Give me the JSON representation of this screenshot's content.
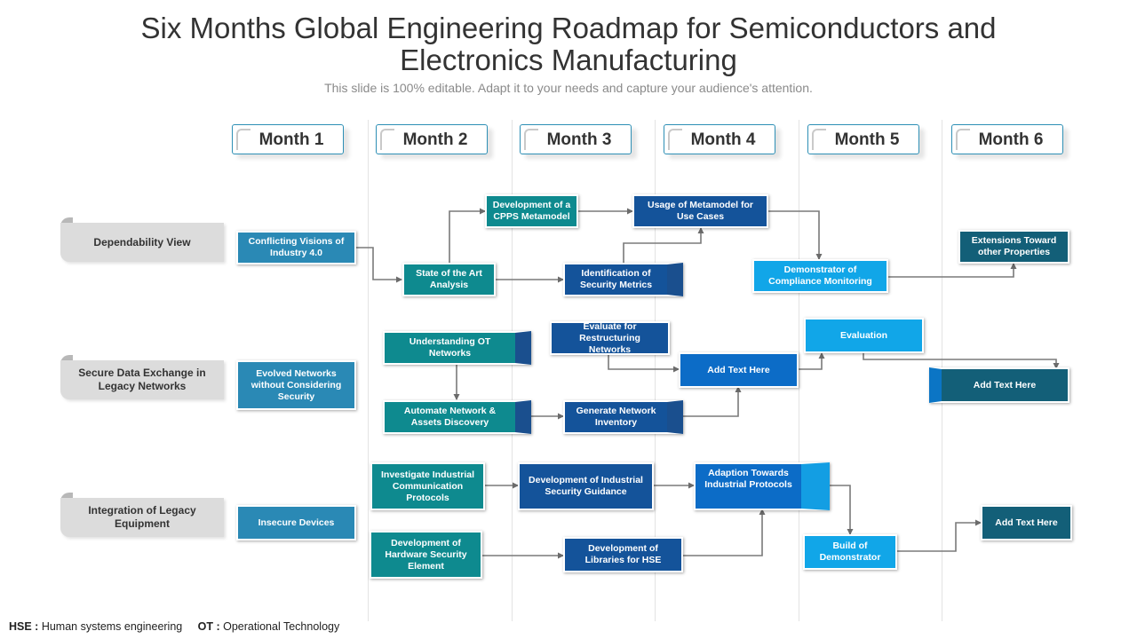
{
  "title": {
    "line1": "Six Months Global Engineering Roadmap for Semiconductors and",
    "line2": "Electronics Manufacturing",
    "subtitle": "This slide is 100% editable. Adapt it to your needs and capture your audience's attention."
  },
  "months": [
    "Month 1",
    "Month 2",
    "Month 3",
    "Month 4",
    "Month 5",
    "Month 6"
  ],
  "rows": [
    {
      "label": "Dependability View"
    },
    {
      "label": "Secure Data Exchange in Legacy Networks"
    },
    {
      "label": "Integration of Legacy Equipment"
    }
  ],
  "boxes": {
    "conflicting_visions": "Conflicting Visions of Industry 4.0",
    "state_of_art": "State of the Art Analysis",
    "cpps_metamodel": "Development of a CPPS Metamodel",
    "security_metrics": "Identification of Security Metrics",
    "metamodel_use_cases": "Usage of Metamodel for Use Cases",
    "compliance_monitoring": "Demonstrator of Compliance Monitoring",
    "extensions": "Extensions Toward other Properties",
    "evolved_networks": "Evolved Networks without Considering Security",
    "understanding_ot": "Understanding OT Networks",
    "automate_network": "Automate Network & Assets Discovery",
    "evaluate_restructuring": "Evaluate for Restructuring Networks",
    "generate_inventory": "Generate Network Inventory",
    "add_text_1": "Add Text Here",
    "evaluation": "Evaluation",
    "add_text_2": "Add Text Here",
    "insecure_devices": "Insecure Devices",
    "investigate_protocols": "Investigate Industrial Communication Protocols",
    "hardware_security": "Development of Hardware Security Element",
    "security_guidance": "Development of Industrial Security Guidance",
    "libraries_hse": "Development of Libraries for HSE",
    "adaption_protocols": "Adaption Towards Industrial Protocols",
    "build_demonstrator": "Build of Demonstrator",
    "add_text_3": "Add Text Here"
  },
  "footer": {
    "hse_key": "HSE :",
    "hse_value": "Human systems engineering",
    "ot_key": "OT :",
    "ot_value": "Operational Technology"
  },
  "colors": {
    "accent_blue": "#2a89b5",
    "teal": "#0e8a8f",
    "navy": "#14539a",
    "blue": "#0c6cc7",
    "sky": "#11a6e8",
    "dark_teal": "#135f78"
  }
}
